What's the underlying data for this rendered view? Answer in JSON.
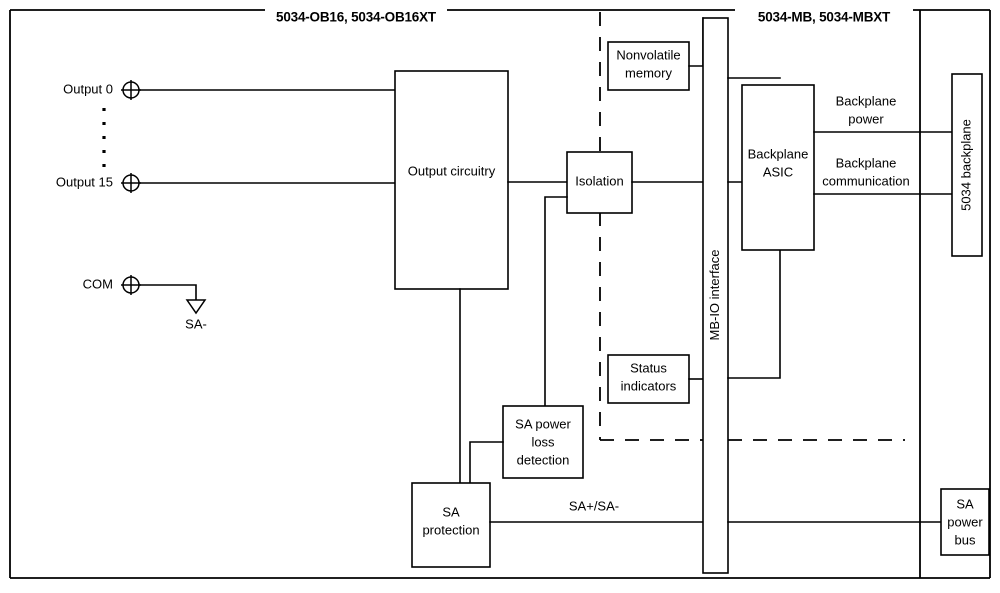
{
  "diagram": {
    "title_left": "5034-OB16, 5034-OB16XT",
    "title_right": "5034-MB, 5034-MBXT",
    "terminals": [
      {
        "label": "Output 0"
      },
      {
        "label": "Output 15"
      },
      {
        "label": "COM"
      }
    ],
    "ground_label": "SA-",
    "blocks": {
      "output_circuitry": "Output circuitry",
      "isolation": "Isolation",
      "nonvolatile_memory_line1": "Nonvolatile",
      "nonvolatile_memory_line2": "memory",
      "status_indicators_line1": "Status",
      "status_indicators_line2": "indicators",
      "sa_power_loss_line1": "SA power",
      "sa_power_loss_line2": "loss",
      "sa_power_loss_line3": "detection",
      "sa_protection_line1": "SA",
      "sa_protection_line2": "protection",
      "mb_io_interface": "MB-IO interface",
      "backplane_asic_line1": "Backplane",
      "backplane_asic_line2": "ASIC",
      "backplane_5034": "5034 backplane",
      "sa_power_bus_line1": "SA",
      "sa_power_bus_line2": "power",
      "sa_power_bus_line3": "bus"
    },
    "wire_labels": {
      "backplane_power_line1": "Backplane",
      "backplane_power_line2": "power",
      "backplane_comm_line1": "Backplane",
      "backplane_comm_line2": "communication",
      "sa_plus_minus": "SA+/SA-"
    },
    "colors": {
      "line": "#000000",
      "background": "#ffffff",
      "fill": "#ffffff"
    }
  }
}
